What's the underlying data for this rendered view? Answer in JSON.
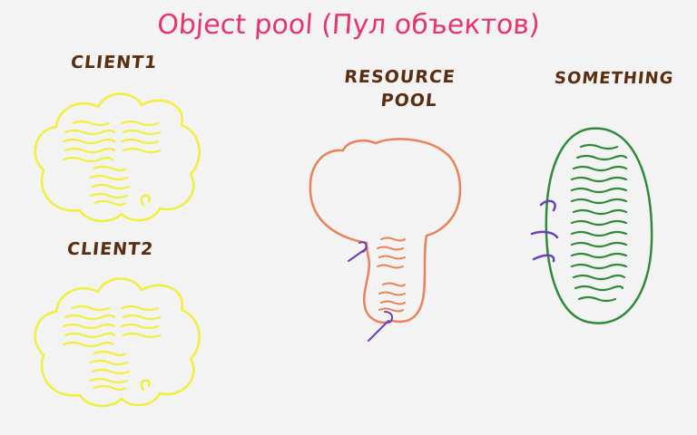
{
  "title": "Object pool (Пул объектов)",
  "labels": {
    "client1": "CLIENT1",
    "client2": "CLIENT2",
    "resource_pool_line1": "RESOURCE",
    "resource_pool_line2": "POOL",
    "something": "SOMETHING"
  },
  "colors": {
    "title": "#e8336b",
    "labels": "#5a2d10",
    "client": "#f2ef3a",
    "pool": "#e98357",
    "something": "#2f8a3a",
    "connectors": "#6b3fb8",
    "background": "#f3f3f3"
  }
}
